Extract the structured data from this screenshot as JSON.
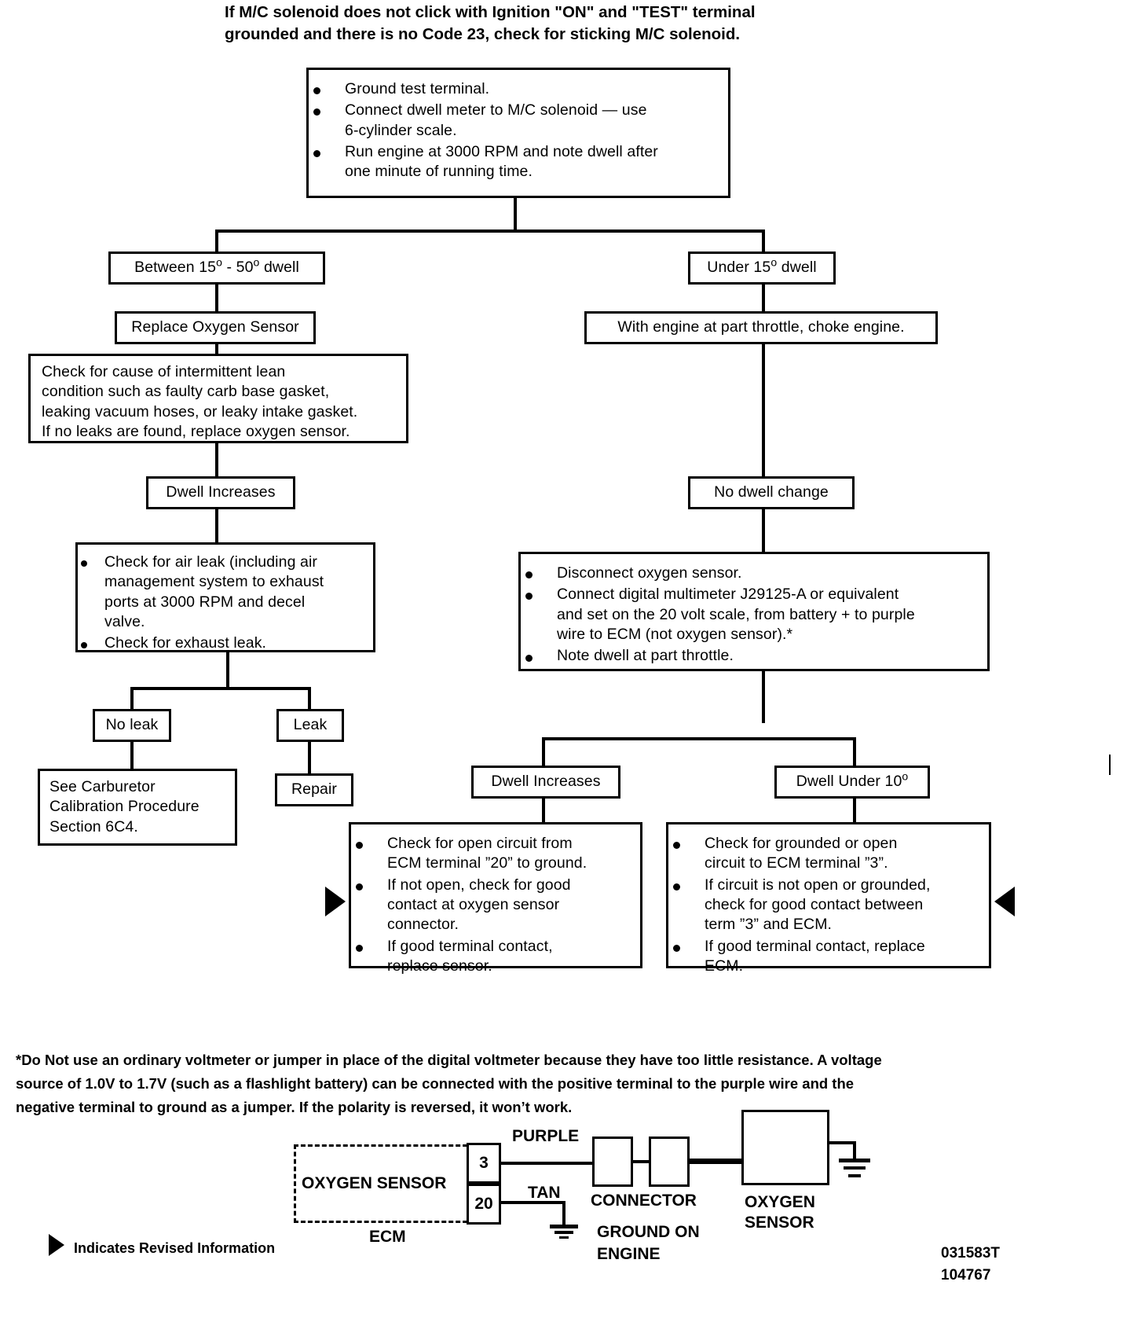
{
  "header": {
    "line1": "If M/C solenoid does not click with Ignition \"ON\" and \"TEST\" terminal",
    "line2": "grounded and there is no Code 23, check for sticking M/C solenoid."
  },
  "nodes": {
    "start": {
      "bullets": [
        "Ground test terminal.",
        "Connect dwell meter to M/C solenoid — use\n6-cylinder scale.",
        "Run engine at 3000 RPM and note dwell after\none minute of running time."
      ]
    },
    "between_dwell": {
      "label": "Between 15º - 50º dwell",
      "text": "Between 15",
      "deg1": "o",
      "mid": " - 50",
      "deg2": "o",
      "tail": " dwell"
    },
    "under_dwell": {
      "text": "Under 15",
      "deg": "o",
      "tail": " dwell"
    },
    "replace_oxygen_sensor": {
      "label": "Replace Oxygen Sensor"
    },
    "choke_engine": {
      "label": "With engine at part throttle, choke engine."
    },
    "check_intermittent": {
      "lines": [
        "Check for cause of intermittent lean",
        "condition such as faulty carb base gasket,",
        "leaking vacuum hoses, or leaky intake gasket.",
        "If no leaks are found, replace oxygen sensor."
      ]
    },
    "dwell_increases_left": {
      "label": "Dwell Increases"
    },
    "no_dwell_change": {
      "label": "No dwell change"
    },
    "air_leak_check": {
      "bullets": [
        "Check for air leak (including air\nmanagement system to exhaust\nports at 3000 RPM and decel\nvalve.",
        "Check for exhaust leak."
      ]
    },
    "multimeter_check": {
      "bullets": [
        "Disconnect oxygen sensor.",
        "Connect digital multimeter J29125-A or equivalent\nand set on the 20 volt scale, from battery + to purple\nwire to ECM (not oxygen sensor).*",
        "Note dwell at part throttle."
      ]
    },
    "no_leak": {
      "label": "No leak"
    },
    "leak": {
      "label": "Leak"
    },
    "repair": {
      "label": "Repair"
    },
    "see_carburetor": {
      "lines": [
        "See Carburetor",
        "Calibration Procedure",
        "Section 6C4."
      ]
    },
    "dwell_increases_right": {
      "label": "Dwell Increases"
    },
    "dwell_under_10": {
      "text": "Dwell Under 10",
      "deg": "o"
    },
    "open_circuit_check": {
      "bullets": [
        "Check for open circuit from\nECM terminal ”20” to ground.",
        "If not open, check for good\ncontact at oxygen sensor\nconnector.",
        "If good terminal contact,\nreplace sensor."
      ]
    },
    "grounded_circuit_check": {
      "bullets": [
        "Check for grounded or open\ncircuit to ECM terminal ”3”.",
        "If circuit is not open or grounded,\ncheck for good contact between\nterm ”3” and ECM.",
        "If good terminal contact, replace\nECM."
      ]
    }
  },
  "footnote": {
    "line1": "*Do Not use an ordinary voltmeter or jumper in place of the digital voltmeter because they have too little resistance. A voltage",
    "line2": "source of 1.0V to 1.7V (such as a flashlight battery) can be connected with the positive terminal to the purple wire and the",
    "line3": "negative terminal to ground as a jumper. If the polarity is reversed, it won’t work."
  },
  "schematic": {
    "oxygen_sensor_label": "OXYGEN SENSOR",
    "pin_3": "3",
    "pin_20": "20",
    "purple": "PURPLE",
    "tan": "TAN",
    "connector": "CONNECTOR",
    "ecm": "ECM",
    "ground_on": "GROUND ON",
    "engine": "ENGINE",
    "oxygen": "OXYGEN",
    "sensor": "SENSOR"
  },
  "legend": {
    "label": "Indicates Revised Information"
  },
  "page_codes": {
    "code1": "031583T",
    "code2": "104767"
  }
}
